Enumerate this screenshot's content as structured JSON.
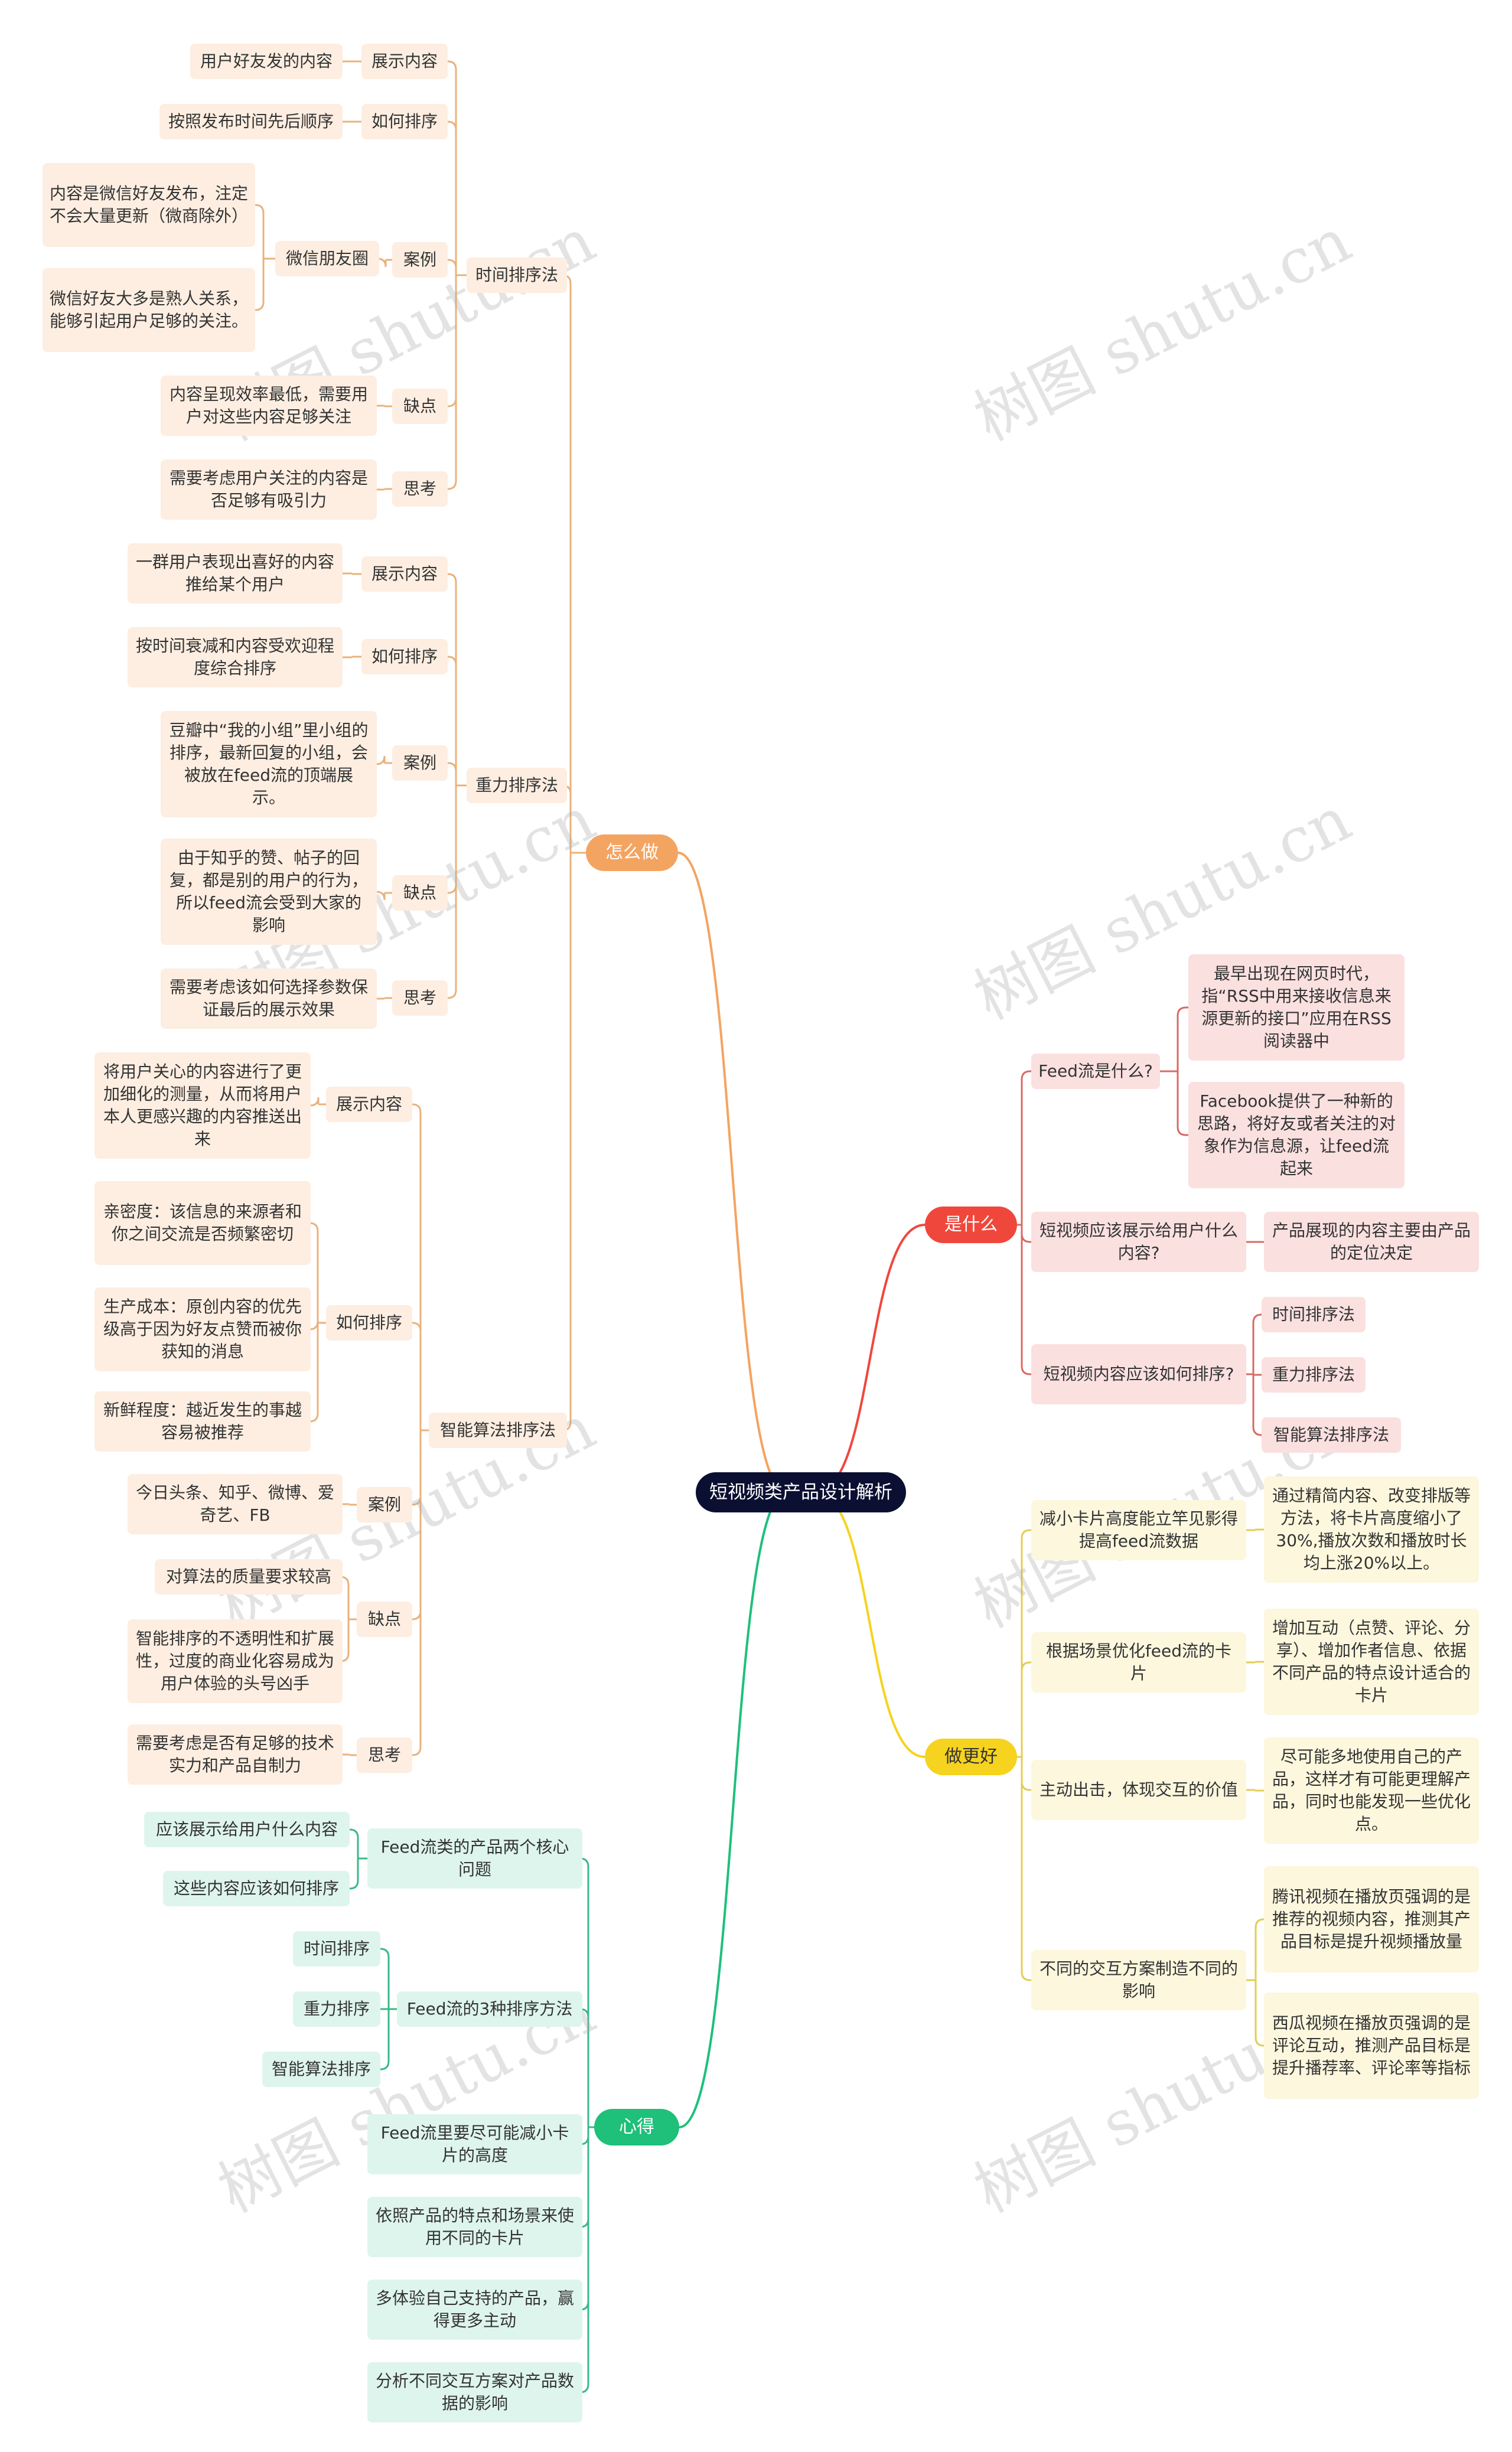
{
  "root": "短视频类产品设计解析",
  "watermark": "树图 shutu.cn",
  "colors": {
    "orange_branch": "#f4a461",
    "orange_line": "#e9b27b",
    "red_branch": "#f0473c",
    "red_line": "#d96a62",
    "yellow_branch": "#f5d31f",
    "yellow_line": "#e4cc52",
    "green_branch": "#1ec07a",
    "green_line": "#39b98a",
    "root_bg": "#0b1032"
  },
  "branches": {
    "how": {
      "label": "怎么做",
      "time_sort": {
        "label": "时间排序法",
        "show_label": "展示内容",
        "show_text": "用户好友发的内容",
        "order_label": "如何排序",
        "order_text": "按照发布时间先后顺序",
        "case_label": "案例",
        "case_sub": "微信朋友圈",
        "case_text1": "内容是微信好友发布，注定不会大量更新（微商除外）",
        "case_text2": "微信好友大多是熟人关系，能够引起用户足够的关注。",
        "weak_label": "缺点",
        "weak_text": "内容呈现效率最低，需要用户对这些内容足够关注",
        "think_label": "思考",
        "think_text": "需要考虑用户关注的内容是否足够有吸引力"
      },
      "gravity_sort": {
        "label": "重力排序法",
        "show_label": "展示内容",
        "show_text": "一群用户表现出喜好的内容推给某个用户",
        "order_label": "如何排序",
        "order_text": "按时间衰减和内容受欢迎程度综合排序",
        "case_label": "案例",
        "case_text": "豆瓣中“我的小组”里小组的排序，最新回复的小组，会被放在feed流的顶端展示。",
        "weak_label": "缺点",
        "weak_text": "由于知乎的赞、帖子的回复，都是别的用户的行为，所以feed流会受到大家的影响",
        "think_label": "思考",
        "think_text": "需要考虑该如何选择参数保证最后的展示效果"
      },
      "algo_sort": {
        "label": "智能算法排序法",
        "show_label": "展示内容",
        "show_text": "将用户关心的内容进行了更加细化的测量，从而将用户本人更感兴趣的内容推送出来",
        "order_label": "如何排序",
        "order_text1": "亲密度：该信息的来源者和你之间交流是否频繁密切",
        "order_text2": "生产成本：原创内容的优先级高于因为好友点赞而被你获知的消息",
        "order_text3": "新鲜程度：越近发生的事越容易被推荐",
        "case_label": "案例",
        "case_text": "今日头条、知乎、微博、爱奇艺、FB",
        "weak_label": "缺点",
        "weak_text1": "对算法的质量要求较高",
        "weak_text2": "智能排序的不透明性和扩展性，过度的商业化容易成为用户体验的头号凶手",
        "think_label": "思考",
        "think_text": "需要考虑是否有足够的技术实力和产品自制力"
      }
    },
    "what": {
      "label": "是什么",
      "q1": "Feed流是什么?",
      "q1_a1": "最早出现在网页时代，指“RSS中用来接收信息来源更新的接口”应用在RSS阅读器中",
      "q1_a2": "Facebook提供了一种新的思路，将好友或者关注的对象作为信息源，让feed流起来",
      "q2": "短视频应该展示给用户什么内容?",
      "q2_a": "产品展现的内容主要由产品的定位决定",
      "q3": "短视频内容应该如何排序?",
      "q3_a1": "时间排序法",
      "q3_a2": "重力排序法",
      "q3_a3": "智能算法排序法"
    },
    "better": {
      "label": "做更好",
      "p1": "减小卡片高度能立竿见影得提高feed流数据",
      "p1_a": "通过精简内容、改变排版等方法，将卡片高度缩小了30%,播放次数和播放时长均上涨20%以上。",
      "p2": "根据场景优化feed流的卡片",
      "p2_a": "增加互动（点赞、评论、分享）、增加作者信息、依据不同产品的特点设计适合的卡片",
      "p3": "主动出击，体现交互的价值",
      "p3_a": "尽可能多地使用自己的产品，这样才有可能更理解产品，同时也能发现一些优化点。",
      "p4": "不同的交互方案制造不同的影响",
      "p4_a1": "腾讯视频在播放页强调的是推荐的视频内容，推测其产品目标是提升视频播放量",
      "p4_a2": "西瓜视频在播放页强调的是评论互动，推测产品目标是提升播荐率、评论率等指标"
    },
    "insight": {
      "label": "心得",
      "k1": "Feed流类的产品两个核心问题",
      "k1_a1": "应该展示给用户什么内容",
      "k1_a2": "这些内容应该如何排序",
      "k2": "Feed流的3种排序方法",
      "k2_a1": "时间排序",
      "k2_a2": "重力排序",
      "k2_a3": "智能算法排序",
      "k3": "Feed流里要尽可能减小卡片的高度",
      "k4": "依照产品的特点和场景来使用不同的卡片",
      "k5": "多体验自己支持的产品，赢得更多主动",
      "k6": "分析不同交互方案对产品数据的影响"
    }
  }
}
